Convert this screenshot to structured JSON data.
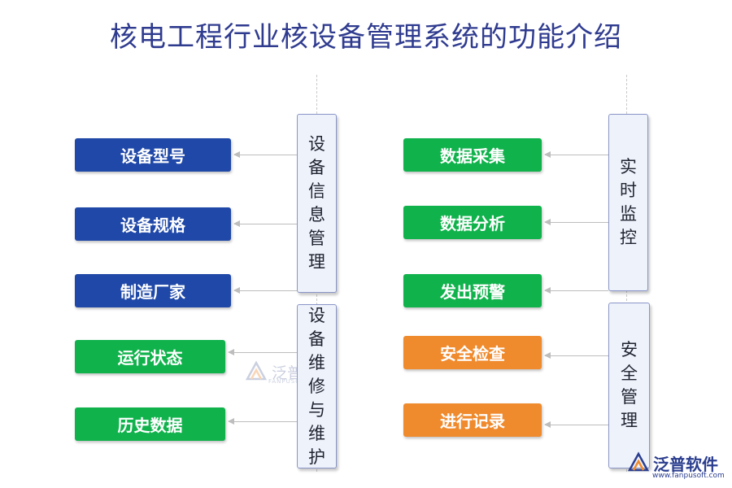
{
  "title": "核电工程行业核设备管理系统的功能介绍",
  "groups": {
    "info": {
      "label": "设备信息管理",
      "items": [
        "设备型号",
        "设备规格",
        "制造厂家"
      ]
    },
    "maint": {
      "label": "设备维修与维护",
      "items": [
        "运行状态",
        "历史数据"
      ]
    },
    "monitor": {
      "label": "实时监控",
      "items": [
        "数据采集",
        "数据分析",
        "发出预警"
      ]
    },
    "safety": {
      "label": "安全管理",
      "items": [
        "安全检查",
        "进行记录"
      ]
    }
  },
  "watermark": {
    "brand": "泛普软件",
    "domain": "www.fanpusoft.com",
    "center_sub": "FANPUSOFT.COM"
  },
  "colors": {
    "blue": "#1f48a8",
    "green": "#10b24c",
    "orange": "#ef8a2d",
    "title": "#2f3b8f"
  }
}
